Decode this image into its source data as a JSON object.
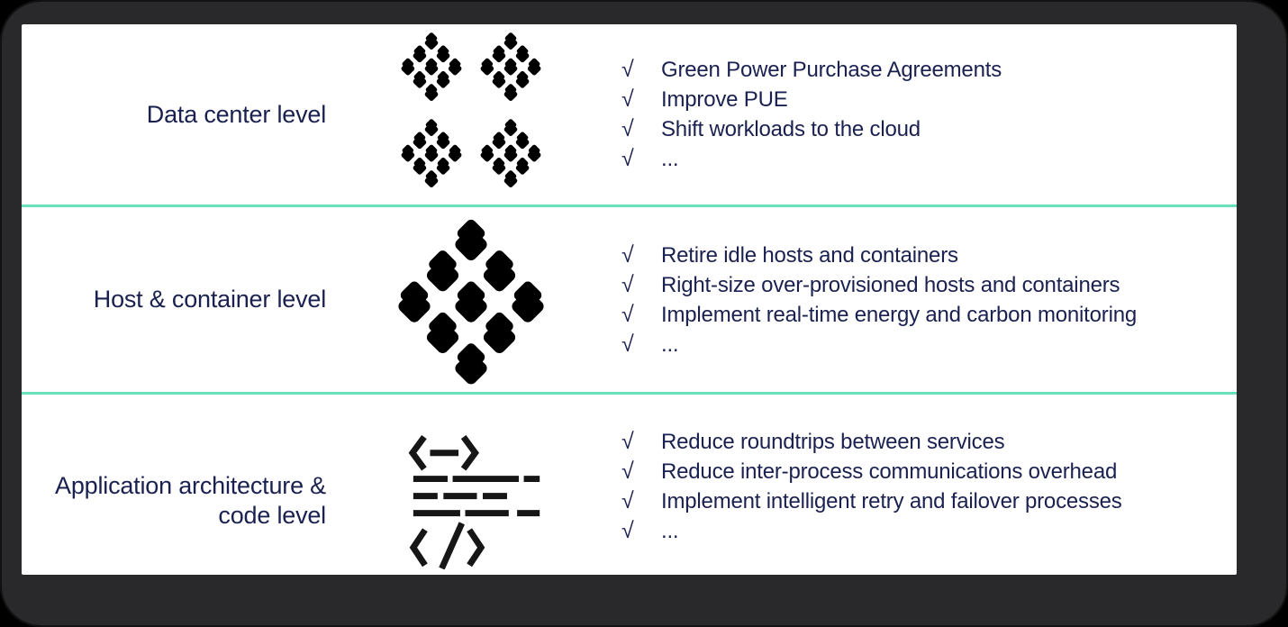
{
  "check_glyph": "√",
  "rows": [
    {
      "label": "Data center level",
      "icon": "data-center-cluster-grid-icon",
      "items": [
        "Green Power Purchase Agreements",
        "Improve PUE",
        "Shift workloads to the cloud",
        "..."
      ]
    },
    {
      "label": "Host & container level",
      "icon": "host-container-cluster-icon",
      "items": [
        "Retire idle hosts and containers",
        "Right-size over-provisioned hosts and containers",
        "Implement real-time energy and carbon monitoring",
        "..."
      ]
    },
    {
      "label": "Application architecture & code level",
      "label_lines": [
        "Application architecture &",
        "code level"
      ],
      "icon": "code-block-icon",
      "items": [
        "Reduce roundtrips between services",
        "Reduce inter-process communications overhead",
        "Implement intelligent retry and failover processes",
        "..."
      ]
    }
  ],
  "colors": {
    "text_navy": "#1a2150",
    "divider_teal": "#68e1ba",
    "icon_black": "#161616",
    "frame_gray": "#29292b",
    "canvas_black": "#000000",
    "panel_white": "#ffffff"
  }
}
